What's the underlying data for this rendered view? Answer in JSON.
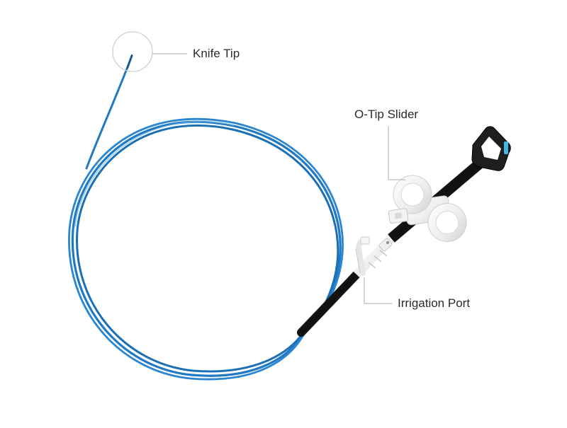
{
  "labels": {
    "knife_tip": "Knife Tip",
    "o_tip_slider": "O-Tip Slider",
    "irrigation_port": "Irrigation Port"
  },
  "colors": {
    "background": "#ffffff",
    "catheter_blue": "#1f79c4",
    "catheter_highlight": "#5aaeea",
    "shaft_black": "#1b1b1b",
    "slider_white": "#f2f2f2",
    "accent_cyan": "#3fb6e8",
    "leader_line": "#bbbbbb",
    "label_text": "#2a2a2a"
  }
}
